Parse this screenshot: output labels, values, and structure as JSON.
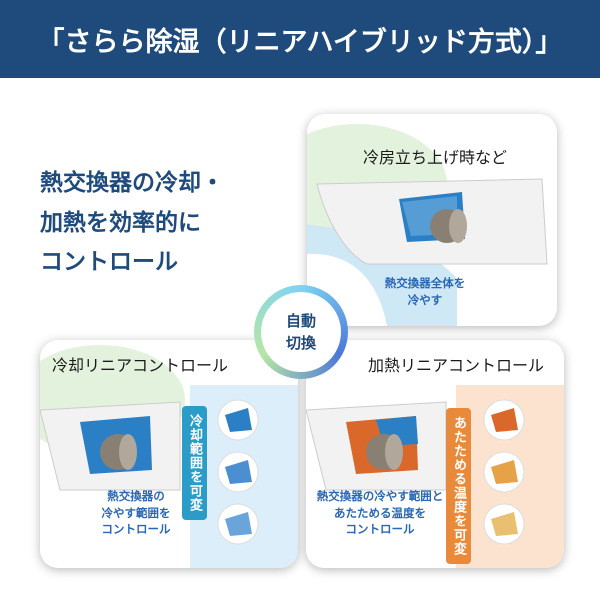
{
  "header": {
    "title": "「さらら除湿（リニアハイブリッド方式）」"
  },
  "tagline": {
    "lines": [
      "熱交換器の冷却・",
      "加熱を効率的に",
      "コントロール"
    ]
  },
  "switch_badge": {
    "lines": [
      "自動",
      "切換"
    ]
  },
  "card_top": {
    "title": "冷房立ち上げ時など",
    "caption": [
      "熱交換器全体を",
      "冷やす"
    ]
  },
  "card_left": {
    "title": "冷却リニアコントロール",
    "vertical_label": "冷却範囲を可変",
    "caption": [
      "熱交換器の",
      "冷やす範囲を",
      "コントロール"
    ]
  },
  "card_right": {
    "title": "加熱リニアコントロール",
    "vertical_label": "あたためる温度を可変",
    "caption": [
      "熱交換器の冷やす範囲と",
      "あたためる温度を",
      "コントロール"
    ]
  },
  "colors": {
    "header_bg": "#1f4a7c",
    "text_blue": "#1f4a7c",
    "cool_blue": "#2a9cc7",
    "warm_orange": "#e9893a",
    "caption_blue": "#2a67b4"
  }
}
